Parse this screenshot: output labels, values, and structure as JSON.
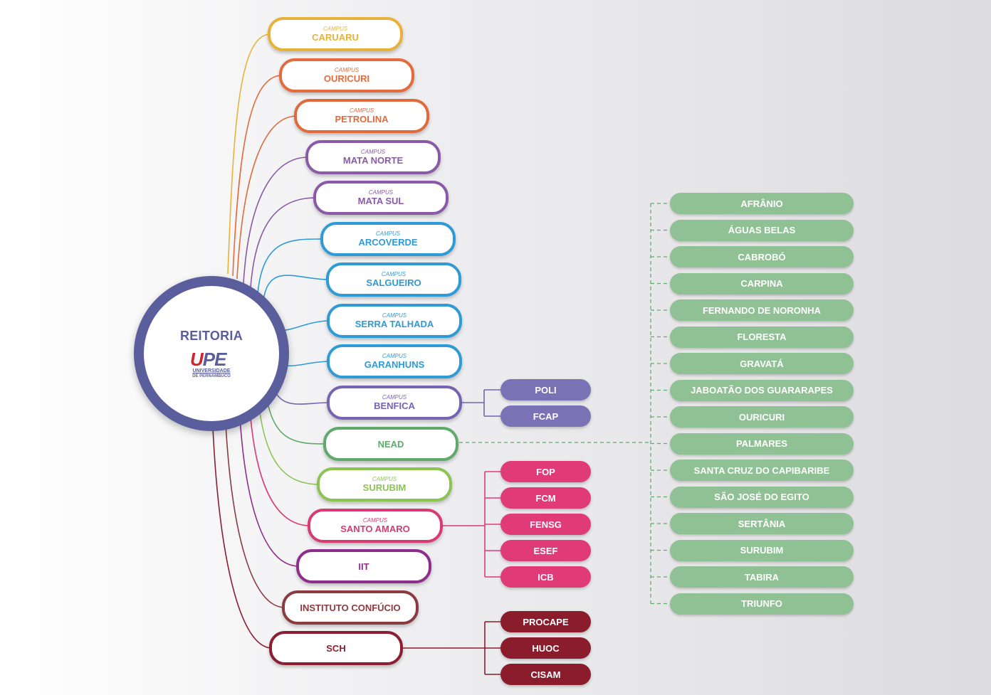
{
  "center": {
    "title": "REITORIA",
    "logo_text": {
      "mark_u": "U",
      "mark_pe": "PE",
      "line1": "UNIVERSIDADE",
      "line2": "DE PERNAMBUCO"
    }
  },
  "colors": {
    "center_ring": "#5a5e9d",
    "caruaru": "#e8b23a",
    "ouricuri": "#e36b3d",
    "petrolina": "#e06a3c",
    "purple": "#8a5aa8",
    "blue": "#2e9bd6",
    "benfica": "#7565b0",
    "nead": "#5fa96b",
    "surubim": "#8cc453",
    "santo_amaro": "#d93a72",
    "iit": "#8e2e8c",
    "confucio": "#8a3b40",
    "sch": "#8a1e32",
    "poli": "#7a72b5",
    "magenta": "#e03b76",
    "maroon": "#8a1c2c",
    "green": "#8fc195"
  },
  "campuses": [
    {
      "id": "caruaru",
      "sub": "CAMPUS",
      "label": "CARUARU"
    },
    {
      "id": "ouricuri",
      "sub": "CAMPUS",
      "label": "OURICURI"
    },
    {
      "id": "petrolina",
      "sub": "CAMPUS",
      "label": "PETROLINA"
    },
    {
      "id": "mata-norte",
      "sub": "CAMPUS",
      "label": "MATA NORTE"
    },
    {
      "id": "mata-sul",
      "sub": "CAMPUS",
      "label": "MATA SUL"
    },
    {
      "id": "arcoverde",
      "sub": "CAMPUS",
      "label": "ARCOVERDE"
    },
    {
      "id": "salgueiro",
      "sub": "CAMPUS",
      "label": "SALGUEIRO"
    },
    {
      "id": "serra-talhada",
      "sub": "CAMPUS",
      "label": "SERRA TALHADA"
    },
    {
      "id": "garanhuns",
      "sub": "CAMPUS",
      "label": "GARANHUNS"
    },
    {
      "id": "benfica",
      "sub": "CAMPUS",
      "label": "BENFICA"
    },
    {
      "id": "nead",
      "sub": "",
      "label": "NEAD"
    },
    {
      "id": "surubim",
      "sub": "CAMPUS",
      "label": "SURUBIM"
    },
    {
      "id": "santo-amaro",
      "sub": "CAMPUS",
      "label": "SANTO AMARO"
    },
    {
      "id": "iit",
      "sub": "",
      "label": "IIT"
    },
    {
      "id": "instituto-confucio",
      "sub": "",
      "label": "INSTITUTO CONFÚCIO"
    },
    {
      "id": "sch",
      "sub": "",
      "label": "SCH"
    }
  ],
  "benfica_units": [
    "POLI",
    "FCAP"
  ],
  "santo_amaro_units": [
    "FOP",
    "FCM",
    "FENSG",
    "ESEF",
    "ICB"
  ],
  "sch_units": [
    "PROCAPE",
    "HUOC",
    "CISAM"
  ],
  "nead_poles": [
    "AFRÂNIO",
    "ÁGUAS BELAS",
    "CABROBÓ",
    "CARPINA",
    "FERNANDO DE NORONHA",
    "FLORESTA",
    "GRAVATÁ",
    "JABOATÃO DOS GUARARAPES",
    "OURICURI",
    "PALMARES",
    "SANTA CRUZ DO CAPIBARIBE",
    "SÃO JOSÉ DO EGITO",
    "SERTÂNIA",
    "SURUBIM",
    "TABIRA",
    "TRIUNFO"
  ]
}
